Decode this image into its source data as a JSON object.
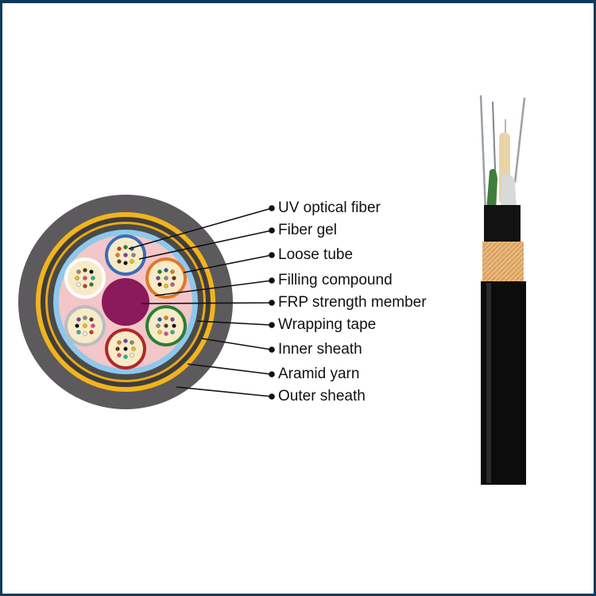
{
  "diagram": {
    "labels": [
      "UV optical fiber",
      "Fiber gel",
      "Loose tube",
      "Filling compound",
      "FRP strength member",
      "Wrapping tape",
      "Inner sheath",
      "Aramid yarn",
      "Outer sheath"
    ]
  },
  "colors": {
    "frame": "#0d3a5a",
    "outer_sheath": "#5c5a5c",
    "aramid_yarn": "#f2b41c",
    "inner_sheath": "#3d3d3d",
    "wrapping_tape": "#8fc8ea",
    "filling_compound": "#f3c6c9",
    "frp_strength_member": "#8a1a5c",
    "fiber_gel": "#f7ebc7",
    "tube_colors": [
      "#3b6cb8",
      "#e0772a",
      "#2e7d32",
      "#b0272a",
      "#b9bdc0",
      "#ffffff"
    ]
  }
}
